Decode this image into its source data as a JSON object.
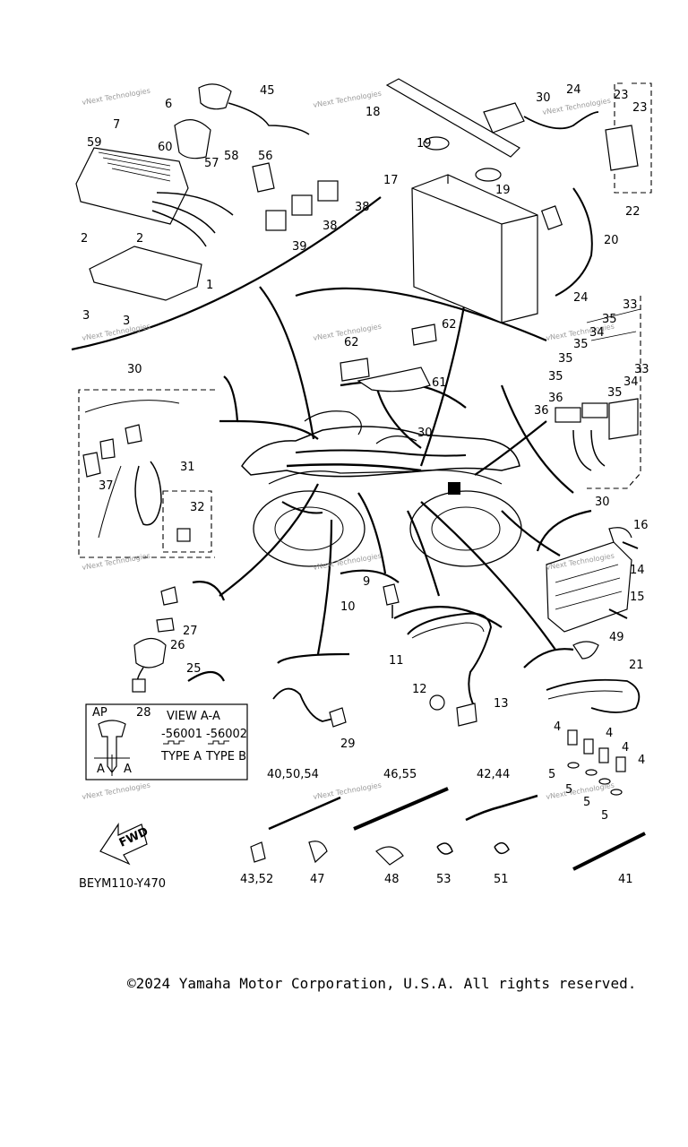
{
  "diagram": {
    "code": "BEYM110-Y470",
    "watermark": "vNext Technologies",
    "view": {
      "ap": "AP",
      "part_number": "28",
      "title": "VIEW A-A",
      "code_a": "-56001",
      "code_b": "-56002",
      "type_a": "TYPE A",
      "type_b": "TYPE B",
      "section_label": "A"
    },
    "fwd": "FWD",
    "callouts": [
      "1",
      "2",
      "3",
      "4",
      "5",
      "6",
      "7",
      "9",
      "10",
      "11",
      "12",
      "13",
      "14",
      "15",
      "16",
      "17",
      "18",
      "19",
      "20",
      "21",
      "22",
      "23",
      "24",
      "25",
      "26",
      "27",
      "29",
      "30",
      "31",
      "32",
      "33",
      "34",
      "35",
      "36",
      "37",
      "38",
      "39",
      "40,50,54",
      "41",
      "42,44",
      "43,52",
      "45",
      "46,55",
      "47",
      "48",
      "49",
      "51",
      "53",
      "56",
      "57",
      "58",
      "59",
      "60",
      "61",
      "62"
    ]
  },
  "footer": {
    "copyright": "©2024 Yamaha Motor Corporation, U.S.A. All rights reserved."
  }
}
